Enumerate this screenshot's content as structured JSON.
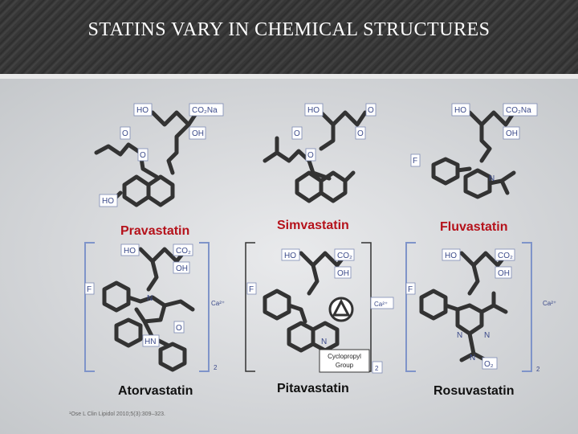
{
  "title": "STATINS VARY IN CHEMICAL STRUCTURES",
  "compounds": {
    "pravastatin": "Pravastatin",
    "simvastatin": "Simvastatin",
    "fluvastatin": "Fluvastatin",
    "atorvastatin": "Atorvastatin",
    "pitavastatin": "Pitavastatin",
    "rosuvastatin": "Rosuvastatin"
  },
  "labels": {
    "ho": "HO",
    "co2na": "CO₂Na",
    "co2": "CO₂",
    "oh": "OH",
    "o": "O",
    "f": "F",
    "n": "N",
    "hn": "HN",
    "ca": "Ca²⁺",
    "two": "2",
    "cyclopropyl1": "Cyclopropyl",
    "cyclopropyl2": "Group",
    "o2": "O₂"
  },
  "reference": "¹Ose L Clin Lipidol 2010;5(3):309–323."
}
